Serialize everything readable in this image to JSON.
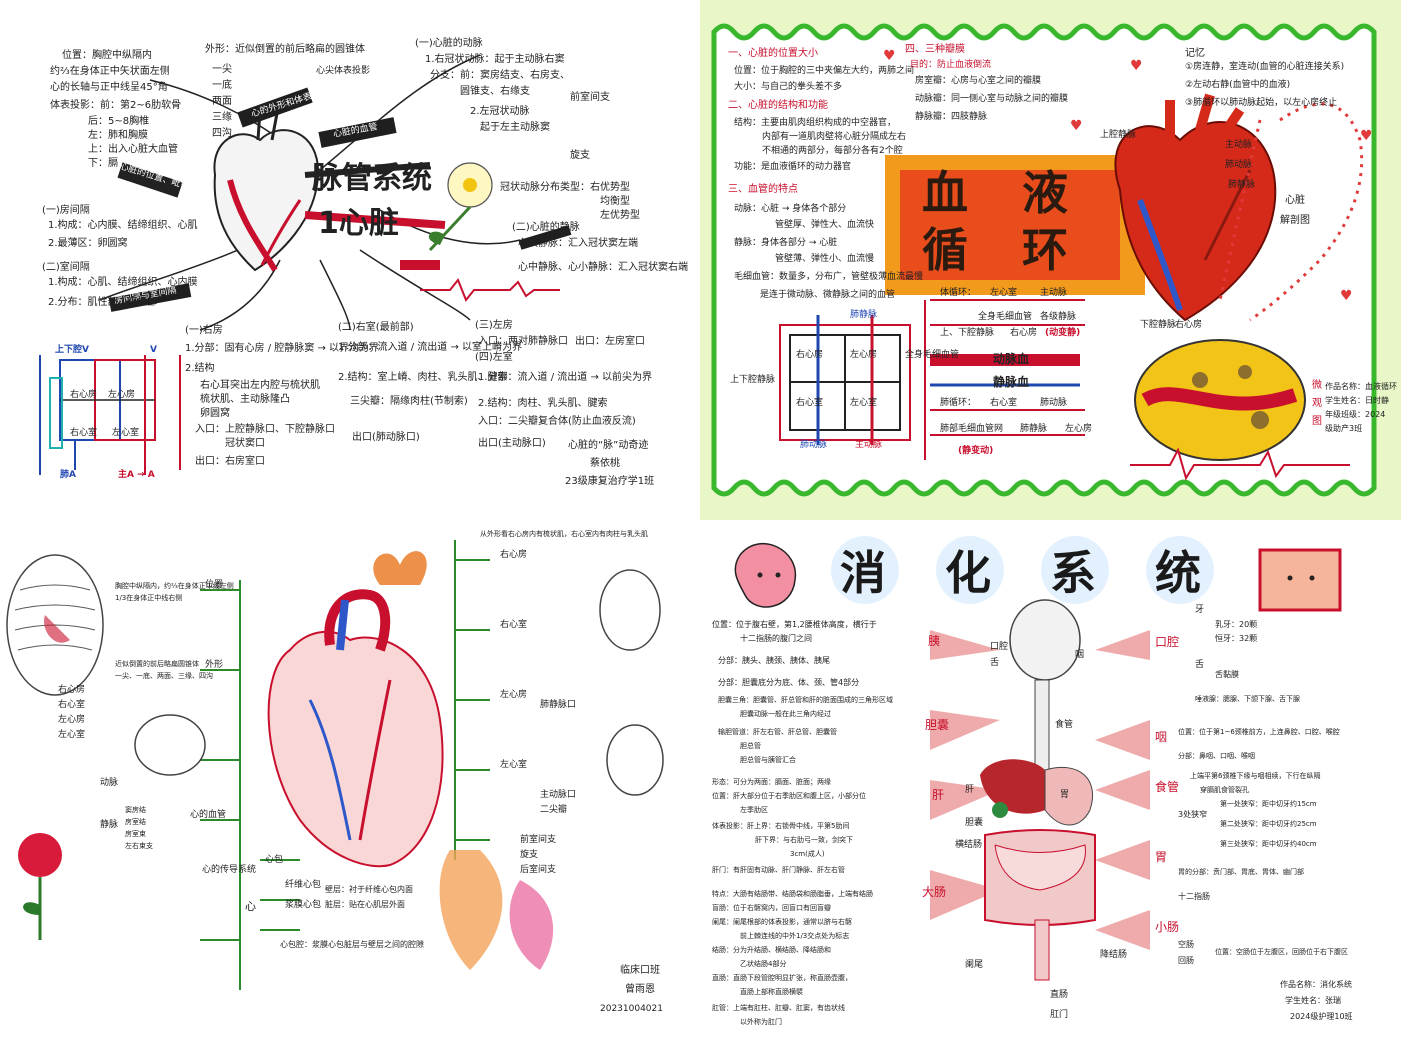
{
  "panel1": {
    "title_line1": "脉管系统",
    "title_line2": "1心脏",
    "pos_label": "位置：胸腔中纵隔内",
    "pos_line2": "约⅔在身体正中矢状面左侧",
    "pos_line3": "心的长轴与正中线呈45°角",
    "proj_label": "体表投影：前：第2~6肋软骨",
    "proj_back": "后：5~8胸椎",
    "proj_left": "左：肺和胸膜",
    "proj_up": "上：出入心脏大血管",
    "proj_down": "下：膈",
    "shape_title": "外形：近似倒置的前后略扁的圆锥体",
    "shape_items": [
      "一尖",
      "一底",
      "两面",
      "三缘",
      "四沟"
    ],
    "surface_caption": "心尖体表投影",
    "badge_shape": "心的外形和体表投影",
    "badge_pos": "心脏的位置、毗邻",
    "badge_vessel": "心脏的血管",
    "coronary_title": "(一)心脏的动脉",
    "coronary_right": "1.右冠状动脉：起于主动脉右窦",
    "coronary_branches": "分支：前：窦房结支、右房支、",
    "coronary_branches2": "圆锥支、右缘支",
    "coronary_left": "2.左冠状动脉",
    "coronary_left2": "起于左主动脉窦",
    "ant_branch": "前室间支",
    "circ_branch": "旋支",
    "septum_title": "(一)房间隔",
    "septum_1": "1.构成：心内膜、结缔组织、心肌",
    "septum_2": "2.最薄区：卵圆窝",
    "vseptum_title": "(二)室间隔",
    "vseptum_1": "1.构成：心肌、结缔组织、心内膜",
    "vseptum_2": "2.分布：肌性部 / 膜性部",
    "badge_septum": "房间隔与室间隔",
    "vein_title": "(二)心脏的静脉",
    "vein_great": "心大静脉：汇入冠状窦左端",
    "vein_mid": "心中静脉、心小静脉：汇入冠状窦右端",
    "coronary_dist": "冠状动脉分布类型：右优势型",
    "coronary_dist2": "均衡型",
    "coronary_dist3": "左优势型",
    "ra_title": "(一)右房",
    "ra_1": "1.分部：固有心房 / 腔静脉窦 → 以界沟为界",
    "ra_2": "2.结构",
    "ra_2a": "右心耳突出左内腔与梳状肌",
    "ra_2b": "梳状肌、主动脉隆凸",
    "ra_2c": "卵圆窝",
    "ra_in": "入口：上腔静脉口、下腔静脉口",
    "ra_in2": "冠状窦口",
    "ra_out": "出口：右房室口",
    "rv_title": "(二)右室(最前部)",
    "rv_1": "1.分部：流入道 / 流出道 → 以室上嵴为界",
    "rv_2": "2.结构：室上嵴、肉柱、乳头肌、腱索",
    "rv_3": "三尖瓣：隔缘肉柱(节制索)",
    "rv_out": "出口(肺动脉口)",
    "la_title": "(三)左房",
    "la_in": "入口：两对肺静脉口",
    "la_out": "出口：左房室口",
    "lv_title": "(四)左室",
    "lv_1": "1.分部：流入道 / 流出道 → 以前尖为界",
    "lv_2": "2.结构：肉柱、乳头肌、腱索",
    "lv_in": "入口：二尖瓣复合体(防止血液反流)",
    "lv_out": "出口(主动脉口)",
    "diag_ra": "右心房",
    "diag_la": "左心房",
    "diag_rv": "右心室",
    "diag_lv": "左心室",
    "diag_top": "上下腔V",
    "diag_v": "V",
    "diag_pa": "肺A",
    "diag_aorta": "主A → A",
    "sign": "心脏的“脉”动奇迹",
    "sign_name": "蔡依桃",
    "sign_class": "23级康复治疗学1班"
  },
  "panel2": {
    "title1": "血",
    "title2": "液",
    "title3": "循",
    "title4": "环",
    "s1": "一、心脏的位置大小",
    "s1_a": "位置：位于胸腔的三中夹偏左大约，两肺之间",
    "s1_b": "大小：与自己的拳头差不多",
    "s2": "二、心脏的结构和功能",
    "s2_a": "结构：主要由肌肉组织构成的中空器官，",
    "s2_b": "内部有一道肌肉壁将心脏分隔成左右",
    "s2_c": "不相通的两部分，每部分各有2个腔",
    "s2_d": "功能：是血液循环的动力器官",
    "s3": "三、血管的特点",
    "s3_a": "动脉：心脏 → 身体各个部分",
    "s3_b": "管壁厚、弹性大、血流快",
    "s3_c": "静脉：身体各部分 → 心脏",
    "s3_d": "管壁薄、弹性小、血流慢",
    "s3_e": "毛细血管：数量多，分布广，管壁极薄血流最慢",
    "s3_f": "是连于微动脉、微静脉之间的血管",
    "valves_title": "四、三种瓣膜",
    "valves_sub": "目的：防止血液倒流",
    "valve_1": "房室瓣：心房与心室之间的瓣膜",
    "valve_2": "动脉瓣：同一侧心室与动脉之间的瓣膜",
    "valve_3": "静脉瓣：四肢静脉",
    "memo_title": "记忆",
    "memo_1": "①房连静，室连动(血管的心脏连接关系)",
    "memo_2": "②左动右静(血管中的血液)",
    "memo_3": "③肺循环以肺动脉起始，以左心房终止",
    "lbl_svc": "上腔静脉",
    "lbl_aorta": "主动脉",
    "lbl_pa": "肺动脉",
    "lbl_pv": "肺静脉",
    "lbl_ivc": "下腔静脉",
    "lbl_ra": "右心房",
    "lbl_heart": "心脏",
    "lbl_heart2": "解剖图",
    "sys_circ": "体循环：",
    "sys_a": "左心室",
    "sys_b": "主动脉",
    "sys_c": "全身毛细血管",
    "sys_d": "各级静脉",
    "sys_e": "上、下腔静脉",
    "sys_f": "右心房",
    "sys_g": "(动变静)",
    "pul_circ": "肺循环：",
    "pul_a": "右心室",
    "pul_b": "肺动脉",
    "pul_c": "肺部毛细血管网",
    "pul_d": "肺静脉",
    "pul_e": "左心房",
    "pul_g": "(静变动)",
    "blood_a": "动脉血",
    "blood_v": "静脉血",
    "grid_ra": "右心房",
    "grid_la": "左心房",
    "grid_rv": "右心室",
    "grid_lv": "左心室",
    "grid_pv": "肺静脉",
    "grid_pa": "肺动脉",
    "grid_svc": "上下腔静脉",
    "grid_aorta": "主动脉",
    "grid_cap": "全身毛细血管",
    "micro_title": "微",
    "micro_title2": "观",
    "micro_title3": "图",
    "credit_1": "作品名称：血液循环",
    "credit_2": "学生姓名：日时静",
    "credit_3": "年级班级：2024",
    "credit_4": "级助产3班"
  },
  "panel3": {
    "pos_head": "位置",
    "pos_a": "胸腔中纵隔内，约⅔在身体正中线左侧",
    "pos_b": "1/3在身体正中线右侧",
    "shape_head": "外形",
    "shape_a": "近似倒置的前后略扁圆锥体",
    "shape_b": "一尖、一底、两面、三缘、四沟",
    "chambers": [
      "右心房",
      "右心室",
      "左心房",
      "左心室"
    ],
    "vessel_head": "心的血管",
    "artery_head": "动脉",
    "vein_head": "静脉",
    "cond_head": "心的传导系统",
    "cond_a": "窦房结",
    "cond_b": "房室结",
    "cond_c": "房室束",
    "cond_d": "左右束支",
    "heart_head": "心",
    "peri_head": "心包",
    "peri_a": "纤维心包",
    "peri_b": "浆膜心包",
    "peri_c": "壁层：衬于纤维心包内面",
    "peri_d": "脏层：贴在心肌层外面",
    "peri_e": "心包腔：浆膜心包脏层与壁层之间的腔隙",
    "right_top": "从外形看右心房内有梳状肌，右心室内有肉柱与乳头肌",
    "right_ra": "右心房",
    "right_rv": "右心室",
    "right_la": "左心房",
    "right_lv": "左心室",
    "right_aorta": "主动脉口",
    "right_mitral": "二尖瓣",
    "right_pv": "肺静脉口",
    "right_a": "前室间支",
    "right_b": "旋支",
    "right_c": "后室间支",
    "sign_a": "临床口班",
    "sign_b": "曾雨恩",
    "sign_date": "20231004021"
  },
  "panel4": {
    "title_chars": [
      "消",
      "化",
      "系",
      "统"
    ],
    "liver_pos": "位置：位于腹右壁，第1,2腰椎体高度，横行于",
    "liver_pos2": "十二指肠的腹门之间",
    "liver_part": "分部：胰头、胰颈、胰体、胰尾",
    "gall_part": "分部：胆囊底分为底、体、颈、管4部分",
    "gall_tri": "胆囊三角：胆囊管、肝总管和肝的脏面围成的三角形区域",
    "gall_tri2": "胆囊动脉一般在此三角内经过",
    "bile": "输胆管道：肝左右管、肝总管、胆囊管",
    "bile2": "胆总管",
    "bile3": "胆总管与胰管汇合",
    "liver_shape": "形态：可分为两面：膈面、脏面；两缘",
    "liver_loc": "位置：肝大部分位于右季肋区和腹上区，小部分位",
    "liver_loc2": "左季肋区",
    "liver_proj": "体表投影：肝上界：右锁骨中线，平第5肋间",
    "liver_proj2": "肝下界：与右肋弓一致，剑突下",
    "liver_proj3": "3cm(成人)",
    "liver_gate": "肝门：有肝固有动脉、肝门静脉、肝左右管",
    "lrg_a": "特点：大肠有结肠带、结肠袋和肠脂垂，上端有结肠",
    "lrg_b": "盲肠：位于右髂窝内，回盲口有回盲瓣",
    "lrg_c": "阑尾：阑尾根部的体表投影，通常以脐与右髂",
    "lrg_d": "前上棘连线的中外1/3交点处为标志",
    "lrg_e": "结肠：分为升结肠、横结肠、降结肠和",
    "lrg_f": "乙状结肠4部分",
    "lrg_g": "直肠：直肠下段管腔明显扩张，称直肠壶腹，",
    "lrg_h": "直肠上部称直肠横襞",
    "lrg_i": "肛管：上端有肛柱、肛瓣、肛窦，有齿状线",
    "lrg_j": "以外称为肛门",
    "org_liver": "胰",
    "org_gall": "胆囊",
    "org_hep": "肝",
    "org_large": "大肠",
    "org_mouth": "口腔",
    "org_phar": "咽",
    "org_eso": "食管",
    "org_stom": "胃",
    "org_small": "小肠",
    "mouth_teeth": "牙",
    "mouth_a": "乳牙：20颗",
    "mouth_b": "恒牙：32颗",
    "mouth_tongue": "舌",
    "mouth_c": "舌黏膜",
    "mouth_gland": "唾液腺：腮腺、下颌下腺、舌下腺",
    "phar_pos": "位置：位于第1~6颈椎前方，上连鼻腔、口腔、喉腔",
    "phar_part": "分部：鼻咽、口咽、喉咽",
    "eso_a": "上端平第6颈椎下缘与咽相续，下行在纵隔",
    "eso_b": "穿膈肌食管裂孔",
    "eso_c": "3处狭窄",
    "eso_d": "第一处狭窄：距中切牙约15cm",
    "eso_e": "第二处狭窄：距中切牙约25cm",
    "eso_f": "第三处狭窄：距中切牙约40cm",
    "stom_a": "胃的分部：贲门部、胃底、胃体、幽门部",
    "stom_b": "十二指肠",
    "small_a": "空肠",
    "small_b": "回肠",
    "small_c": "位置：空肠位于左腹区，回肠位于右下腹区",
    "credit_1": "作品名称：消化系统",
    "credit_2": "学生姓名：张瑞",
    "credit_3": "2024级护理10班",
    "lbl_mouth": "口腔",
    "lbl_tongue": "舌",
    "lbl_phar": "咽",
    "lbl_eso": "食管",
    "lbl_stom": "胃",
    "lbl_liver": "肝",
    "lbl_gall": "胆囊",
    "lbl_colon": "横结肠",
    "lbl_appx": "阑尾",
    "lbl_rect": "直肠",
    "lbl_anus": "肛门",
    "lbl_down": "降结肠"
  }
}
